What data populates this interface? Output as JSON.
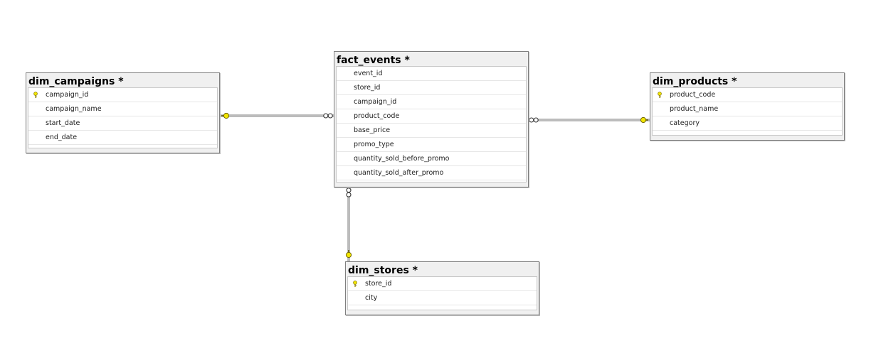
{
  "diagram": {
    "tables": {
      "fact_events": {
        "title": "fact_events *",
        "columns": [
          {
            "name": "event_id",
            "primary_key": false
          },
          {
            "name": "store_id",
            "primary_key": false
          },
          {
            "name": "campaign_id",
            "primary_key": false
          },
          {
            "name": "product_code",
            "primary_key": false
          },
          {
            "name": "base_price",
            "primary_key": false
          },
          {
            "name": "promo_type",
            "primary_key": false
          },
          {
            "name": "quantity_sold_before_promo",
            "primary_key": false
          },
          {
            "name": "quantity_sold_after_promo",
            "primary_key": false
          }
        ]
      },
      "dim_campaigns": {
        "title": "dim_campaigns *",
        "columns": [
          {
            "name": "campaign_id",
            "primary_key": true
          },
          {
            "name": "campaign_name",
            "primary_key": false
          },
          {
            "name": "start_date",
            "primary_key": false
          },
          {
            "name": "end_date",
            "primary_key": false
          }
        ]
      },
      "dim_products": {
        "title": "dim_products *",
        "columns": [
          {
            "name": "product_code",
            "primary_key": true
          },
          {
            "name": "product_name",
            "primary_key": false
          },
          {
            "name": "category",
            "primary_key": false
          }
        ]
      },
      "dim_stores": {
        "title": "dim_stores *",
        "columns": [
          {
            "name": "store_id",
            "primary_key": true
          },
          {
            "name": "city",
            "primary_key": false
          }
        ]
      }
    },
    "relationships": [
      {
        "one": "dim_campaigns",
        "many": "fact_events"
      },
      {
        "one": "dim_products",
        "many": "fact_events"
      },
      {
        "one": "dim_stores",
        "many": "fact_events"
      }
    ],
    "colors": {
      "key_icon": "#f2e600",
      "connector": "#7a7a7a",
      "header_bg": "#f0f0f0",
      "grid_bg": "#ffffff"
    }
  }
}
